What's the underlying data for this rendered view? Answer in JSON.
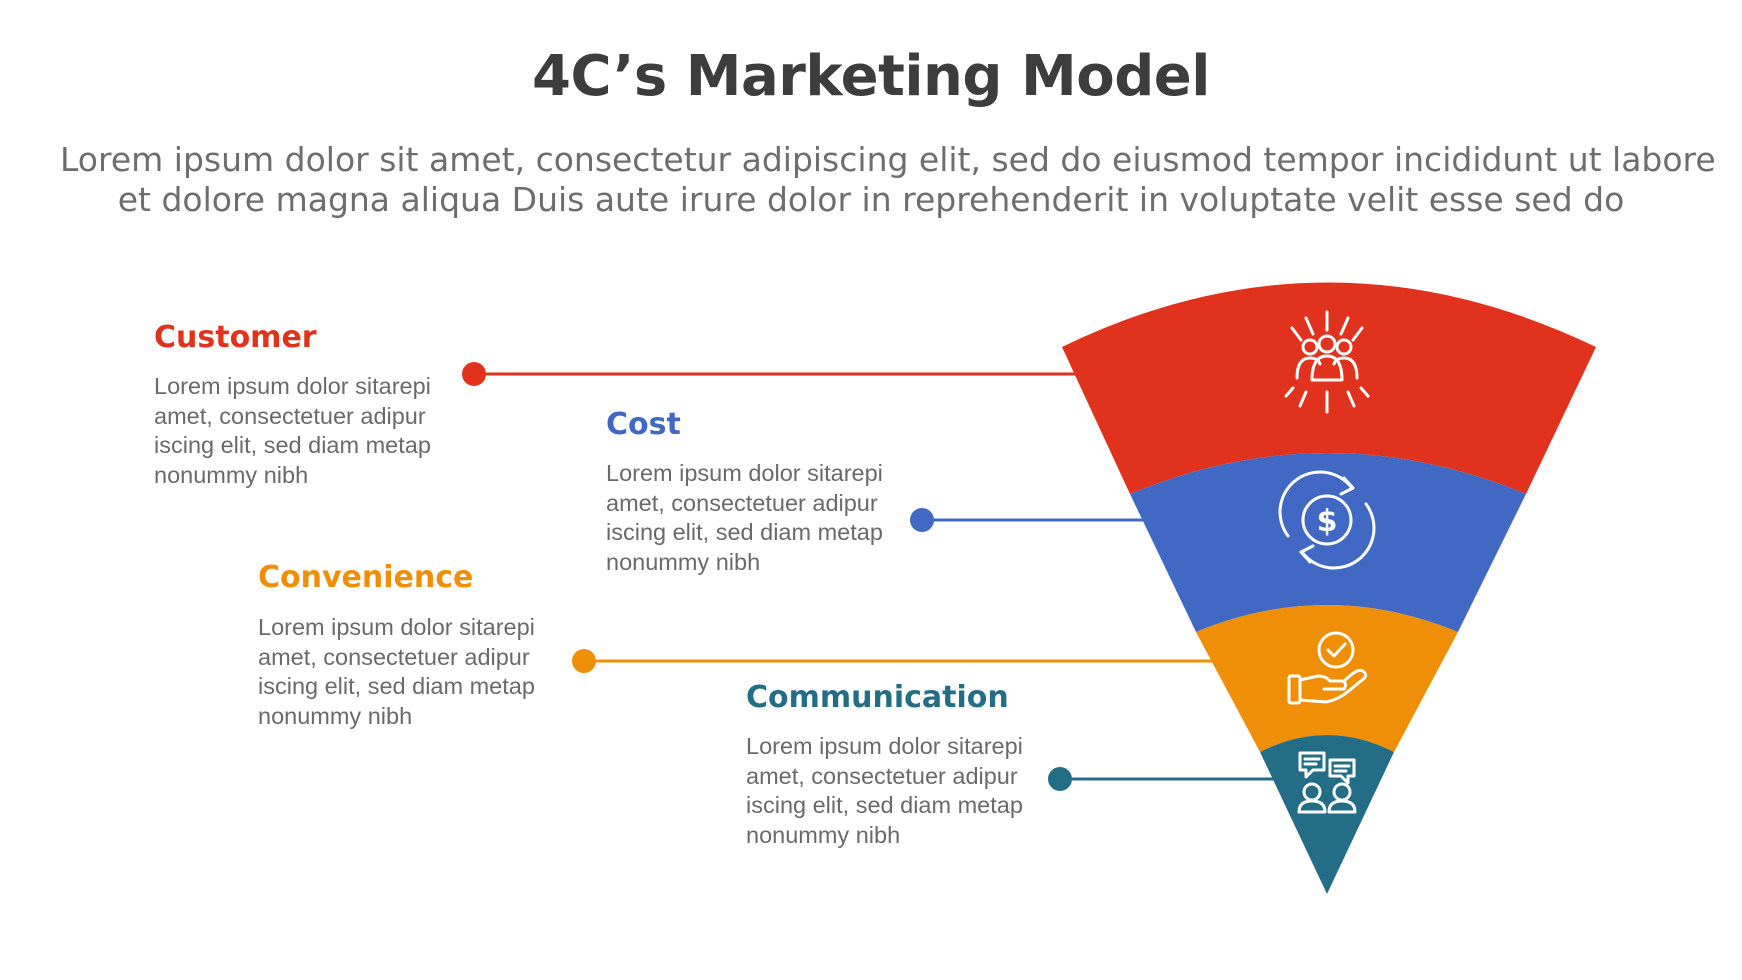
{
  "title": "4C’s Marketing Model",
  "subtitle": {
    "line1": "Lorem ipsum dolor sit amet, consectetur adipiscing elit, sed do eiusmod tempor incididunt ut labore",
    "line2": "et dolore magna aliqua Duis aute irure dolor in reprehenderit in voluptate velit esse sed do"
  },
  "items": [
    {
      "title": "Customer",
      "color": "#e0321c",
      "icon": "people-group-icon",
      "desc": [
        "Lorem ipsum dolor sitarepi",
        "amet, consectetuer adipur",
        "iscing elit, sed diam metap",
        "nonummy nibh"
      ]
    },
    {
      "title": "Cost",
      "color": "#4169c4",
      "icon": "dollar-cycle-icon",
      "desc": [
        "Lorem ipsum dolor sitarepi",
        "amet, consectetuer adipur",
        "iscing elit, sed diam metap",
        "nonummy nibh"
      ]
    },
    {
      "title": "Convenience",
      "color": "#ee8f07",
      "icon": "hand-check-icon",
      "desc": [
        "Lorem ipsum dolor sitarepi",
        "amet, consectetuer adipur",
        "iscing elit, sed diam metap",
        "nonummy nibh"
      ]
    },
    {
      "title": "Communication",
      "color": "#236d86",
      "icon": "people-chat-icon",
      "desc": [
        "Lorem ipsum dolor sitarepi",
        "amet, consectetuer adipur",
        "iscing elit, sed diam metap",
        "nonummy nibh"
      ]
    }
  ]
}
